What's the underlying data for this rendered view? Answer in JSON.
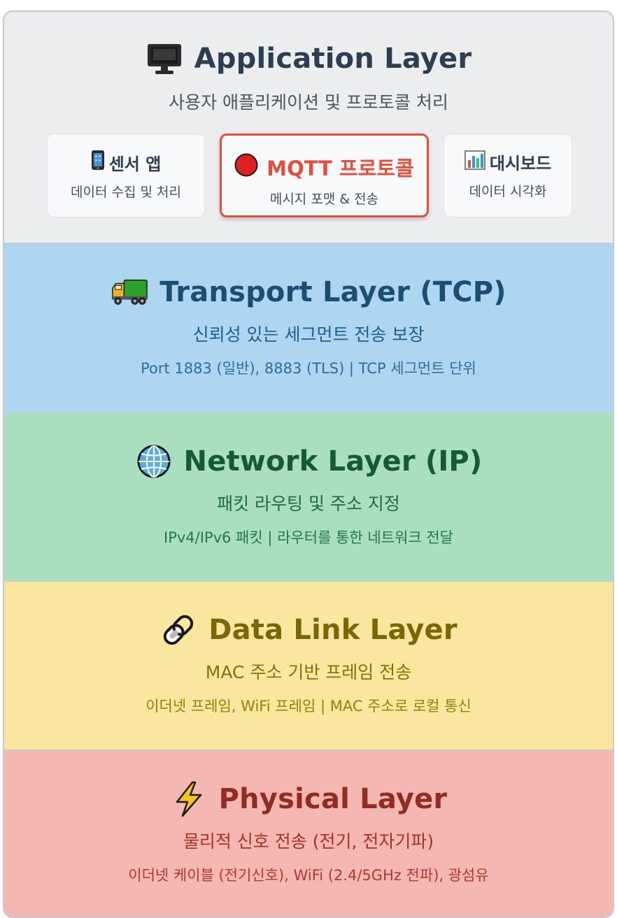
{
  "layers": {
    "application": {
      "title": "Application Layer",
      "subtitle": "사용자 애플리케이션 및 프로토콜 처리",
      "icon": "monitor-icon",
      "cards": {
        "sensor": {
          "title": "센서 앱",
          "desc": "데이터 수집 및 처리",
          "icon": "phone-icon"
        },
        "mqtt": {
          "title": "MQTT 프로토콜",
          "desc": "메시지 포맷 & 전송",
          "icon": "red-circle-icon",
          "accent": "#e74c3c"
        },
        "dashboard": {
          "title": "대시보드",
          "desc": "데이터 시각화",
          "icon": "bar-chart-icon"
        }
      }
    },
    "transport": {
      "title": "Transport Layer (TCP)",
      "subtitle": "신뢰성 있는 세그먼트 전송 보장",
      "detail": "Port 1883 (일반), 8883 (TLS) | TCP 세그먼트 단위",
      "icon": "truck-icon",
      "color": "#aed6f1"
    },
    "network": {
      "title": "Network Layer (IP)",
      "subtitle": "패킷 라우팅 및 주소 지정",
      "detail": "IPv4/IPv6 패킷 | 라우터를 통한 네트워크 전달",
      "icon": "globe-icon",
      "color": "#a9dfbf"
    },
    "datalink": {
      "title": "Data Link Layer",
      "subtitle": "MAC 주소 기반 프레임 전송",
      "detail": "이더넷 프레임, WiFi 프레임 | MAC 주소로 로컬 통신",
      "icon": "link-icon",
      "color": "#f9e79f"
    },
    "physical": {
      "title": "Physical Layer",
      "subtitle": "물리적 신호 전송 (전기, 전자기파)",
      "detail": "이더넷 케이블 (전기신호), WiFi (2.4/5GHz 전파), 광섬유",
      "icon": "lightning-icon",
      "color": "#f5b7b1"
    }
  }
}
